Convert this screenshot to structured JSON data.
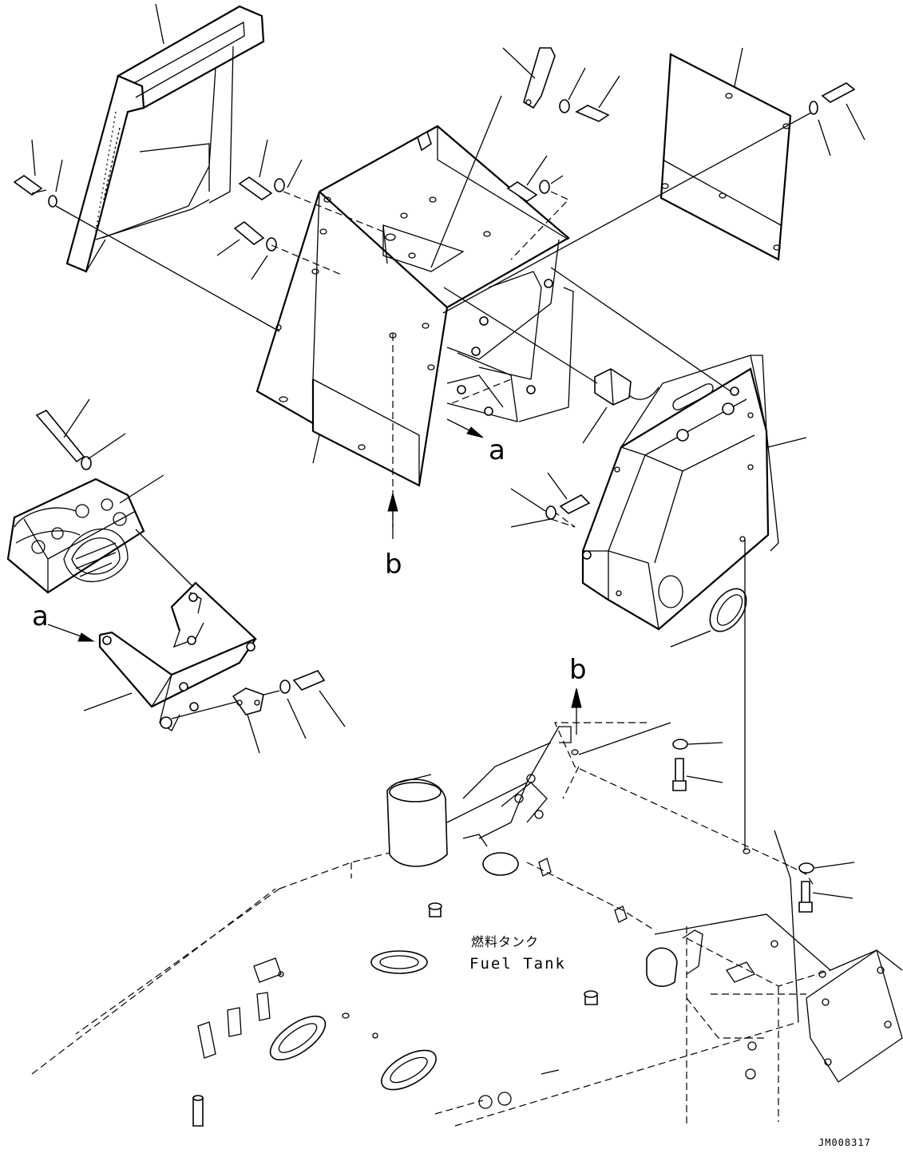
{
  "view_labels": {
    "a_top": "a",
    "a_left": "a",
    "b_top": "b",
    "b_bottom": "b"
  },
  "fuel_tank": {
    "label_jp": "燃料タンク",
    "label_en": "Fuel Tank"
  },
  "drawing_code": "JM008317"
}
